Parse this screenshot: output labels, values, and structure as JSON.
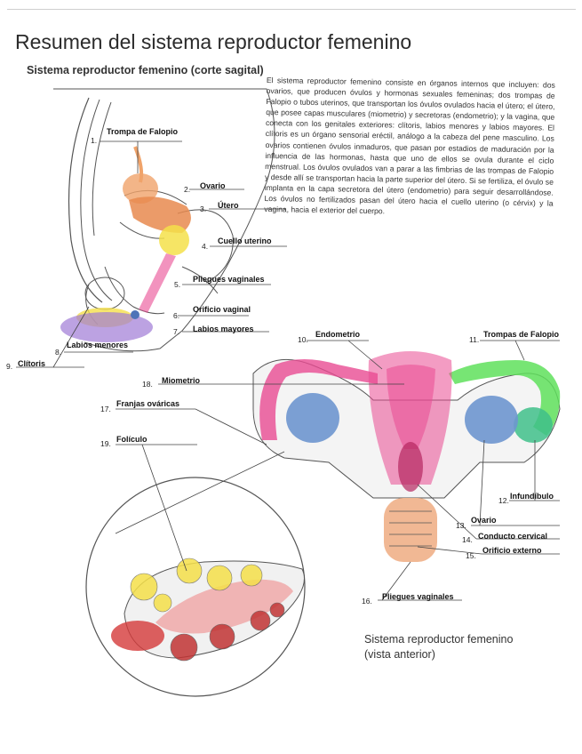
{
  "title": "Resumen del sistema reproductor femenino",
  "subtitle": "Sistema reproductor femenino (corte sagital)",
  "paragraph": "El sistema reproductor femenino consiste en órganos internos que incluyen: dos ovarios, que producen óvulos y hormonas sexuales femeninas; dos trompas de Falopio o tubos uterinos, que transportan los óvulos ovulados hacia el útero; el útero, que posee capas musculares (miometrio) y secretoras (endometrio); y la vagina, que conecta con los genitales exteriores: clítoris, labios menores y labios mayores. El clítoris es un órgano sensorial eréctil, análogo a la cabeza del pene masculino. Los ovarios contienen óvulos inmaduros, que pasan por estadios de maduración por la influencia de las hormonas, hasta que uno de ellos se ovula durante el ciclo menstrual. Los óvulos ovulados van a parar a las fimbrias de las trompas de Falopio y desde allí se transportan hacia la parte superior del útero. Si se fertiliza, el óvulo se implanta en la capa secretora del útero (endometrio) para seguir desarrollándose. Los óvulos no fertilizados pasan del útero hacia el cuello uterino (o cérvix) y la vagina, hacia el exterior del cuerpo.",
  "caption_line1": "Sistema reproductor femenino",
  "caption_line2": "(vista anterior)",
  "colors": {
    "orange": "#f0a36a",
    "yellow": "#f5e04a",
    "pink": "#e94b92",
    "purple": "#a07ad6",
    "blue": "#6e96cf",
    "green": "#5fe05c",
    "teal": "#3fbf8a",
    "red": "#d43a3a",
    "peach": "#f0b48e"
  },
  "labels": [
    {
      "n": "1.",
      "text": "Trompa de Falopio"
    },
    {
      "n": "2.",
      "text": "Ovario"
    },
    {
      "n": "3.",
      "text": "Útero"
    },
    {
      "n": "4.",
      "text": "Cuello uterino"
    },
    {
      "n": "5.",
      "text": "Pliegues vaginales"
    },
    {
      "n": "6.",
      "text": "Orificio vaginal"
    },
    {
      "n": "7.",
      "text": "Labios mayores"
    },
    {
      "n": "8.",
      "text": "Labios menores"
    },
    {
      "n": "9.",
      "text": "Clítoris"
    },
    {
      "n": "10.",
      "text": "Endometrio"
    },
    {
      "n": "11.",
      "text": "Trompas de Falopio"
    },
    {
      "n": "12.",
      "text": "Infundíbulo"
    },
    {
      "n": "13.",
      "text": "Ovario"
    },
    {
      "n": "14.",
      "text": "Conducto cervical"
    },
    {
      "n": "15.",
      "text": "Orificio externo"
    },
    {
      "n": "16.",
      "text": "Pliegues vaginales"
    },
    {
      "n": "17.",
      "text": "Franjas ováricas"
    },
    {
      "n": "18.",
      "text": "Miometrio"
    },
    {
      "n": "19.",
      "text": "Folículo"
    }
  ]
}
